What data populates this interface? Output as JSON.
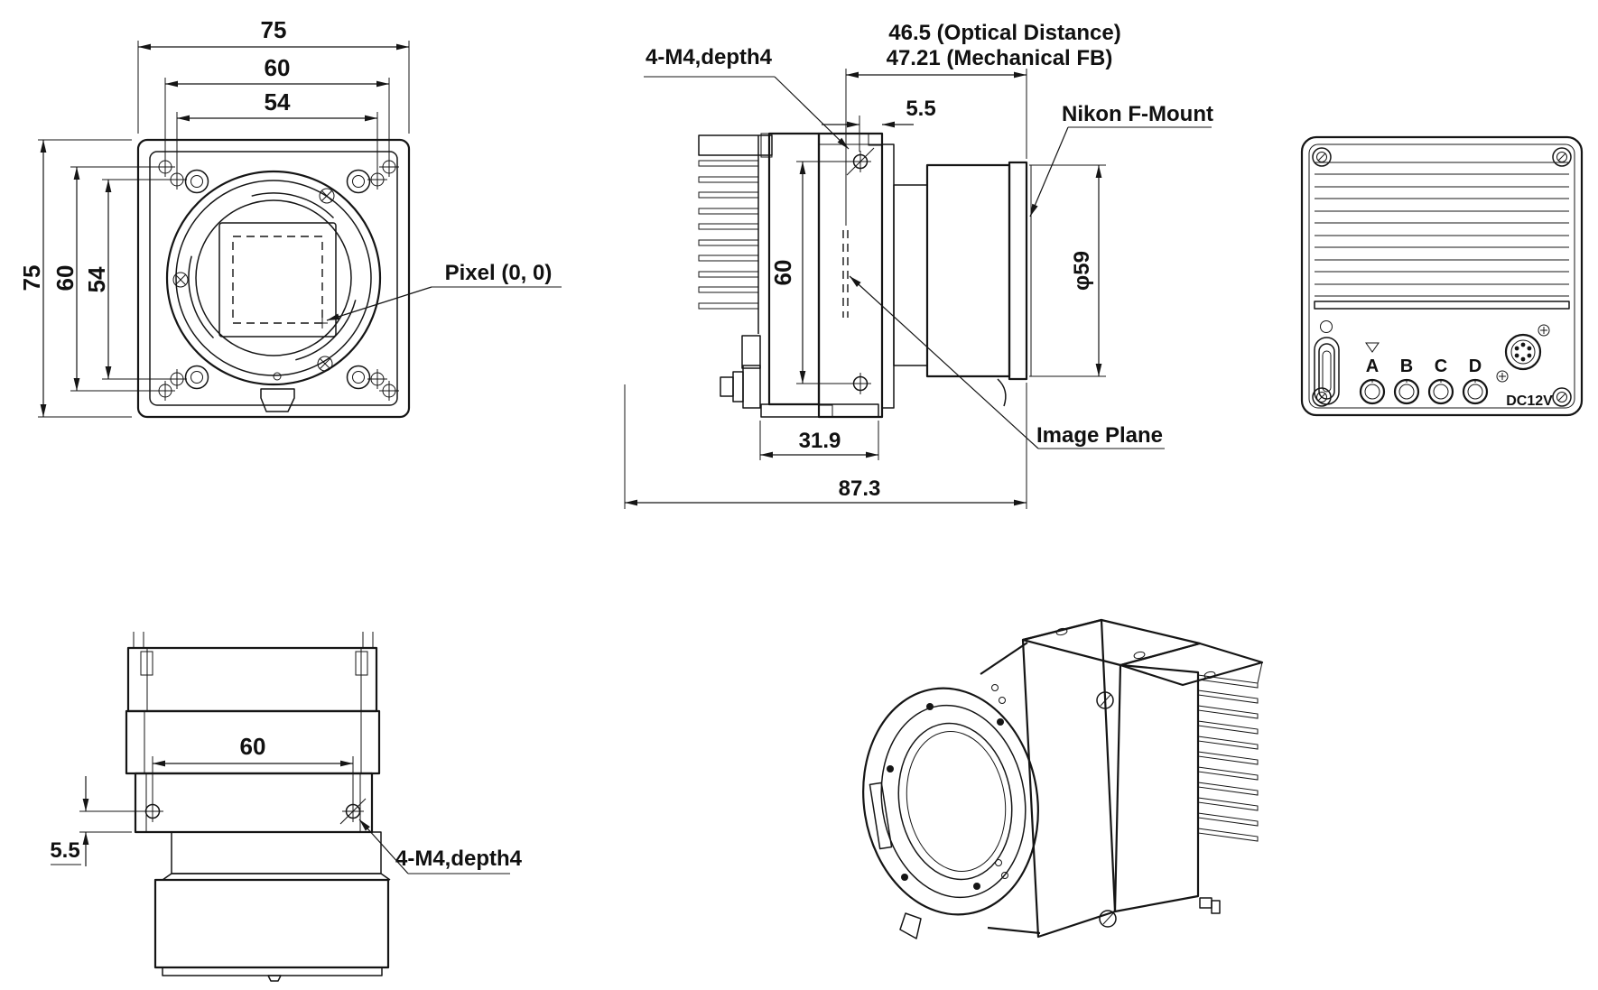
{
  "colors": {
    "line": "#151515",
    "background": "#ffffff"
  },
  "front_view": {
    "dim_top_width": "75",
    "dim_top_mid": "60",
    "dim_top_inner": "54",
    "dim_left_height": "75",
    "dim_left_mid": "60",
    "dim_left_inner": "54",
    "pixel_label": "Pixel (0, 0)"
  },
  "side_view": {
    "screw_label": "4-M4,depth4",
    "optical_distance": "46.5 (Optical Distance)",
    "mechanical_fb": "47.21 (Mechanical FB)",
    "dim_flange_offset": "5.5",
    "mount_label": "Nikon F-Mount",
    "dim_plate_height": "60",
    "dim_mount_diameter": "φ59",
    "image_plane_label": "Image Plane",
    "dim_body_depth": "31.9",
    "dim_total_length": "87.3"
  },
  "rear_view": {
    "ports": [
      "A",
      "B",
      "C",
      "D"
    ],
    "power_label": "DC12V"
  },
  "bottom_view": {
    "dim_hole_spacing": "60",
    "dim_hole_offset": "5.5",
    "screw_label": "4-M4,depth4"
  }
}
